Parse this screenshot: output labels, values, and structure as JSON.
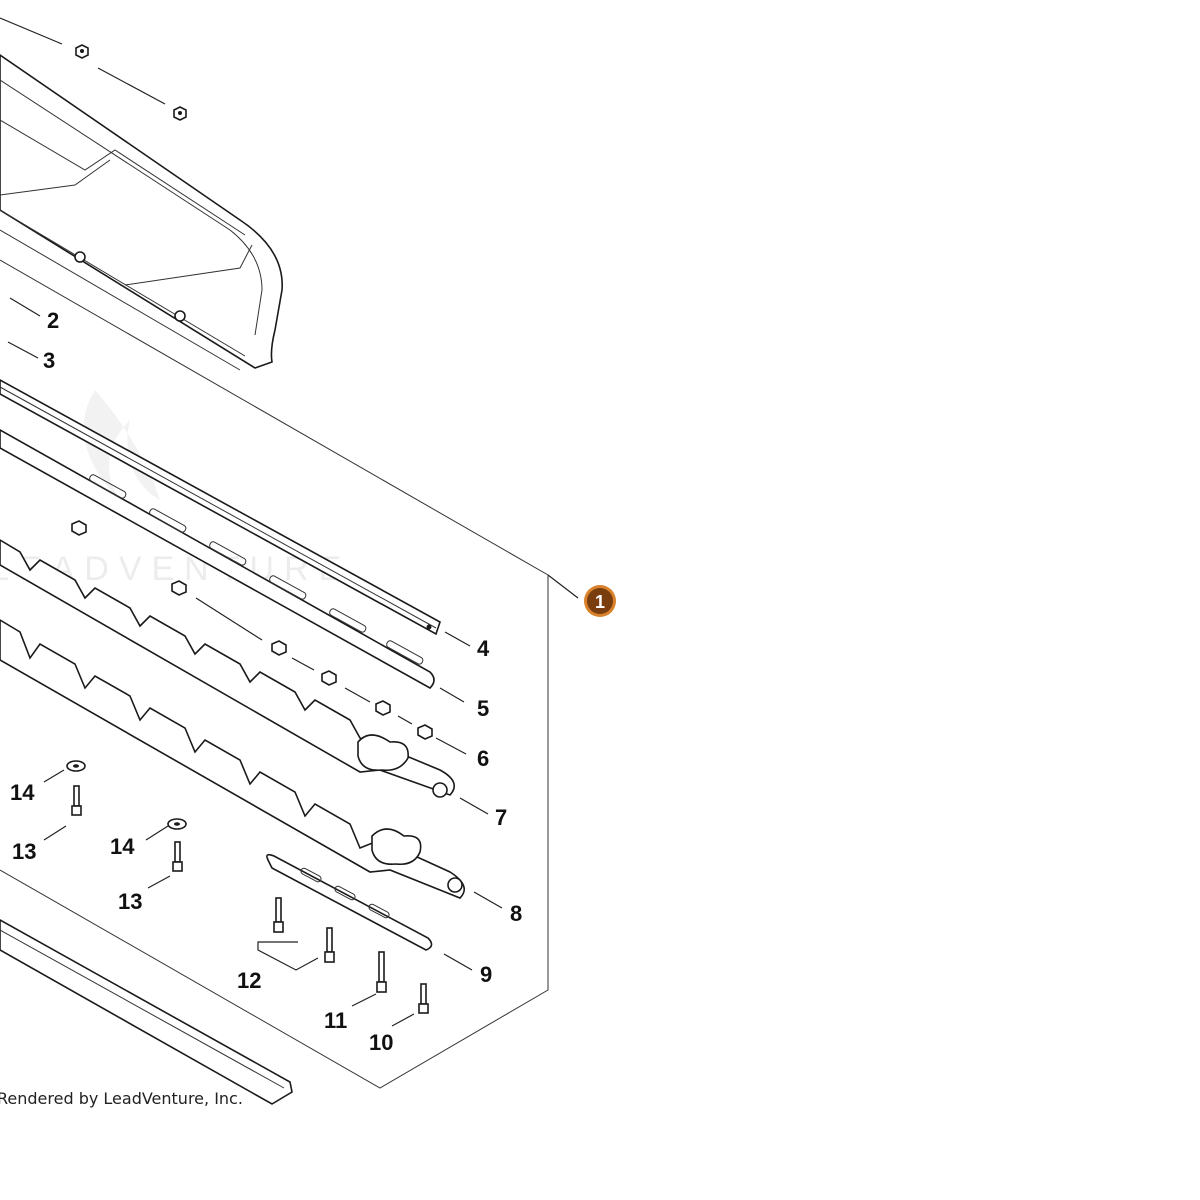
{
  "diagram": {
    "assembly_badge": {
      "number": "1",
      "color": "#7a3d0e",
      "ring_color": "#d9822b"
    },
    "watermark_text": "LEADVENTURE",
    "credit_text": "Rendered by LeadVenture, Inc.",
    "callouts": {
      "c2": "2",
      "c3": "3",
      "c4": "4",
      "c5": "5",
      "c6": "6",
      "c7": "7",
      "c8": "8",
      "c9": "9",
      "c10": "10",
      "c11": "11",
      "c12": "12",
      "c13a": "13",
      "c13b": "13",
      "c14a": "14",
      "c14b": "14"
    }
  }
}
